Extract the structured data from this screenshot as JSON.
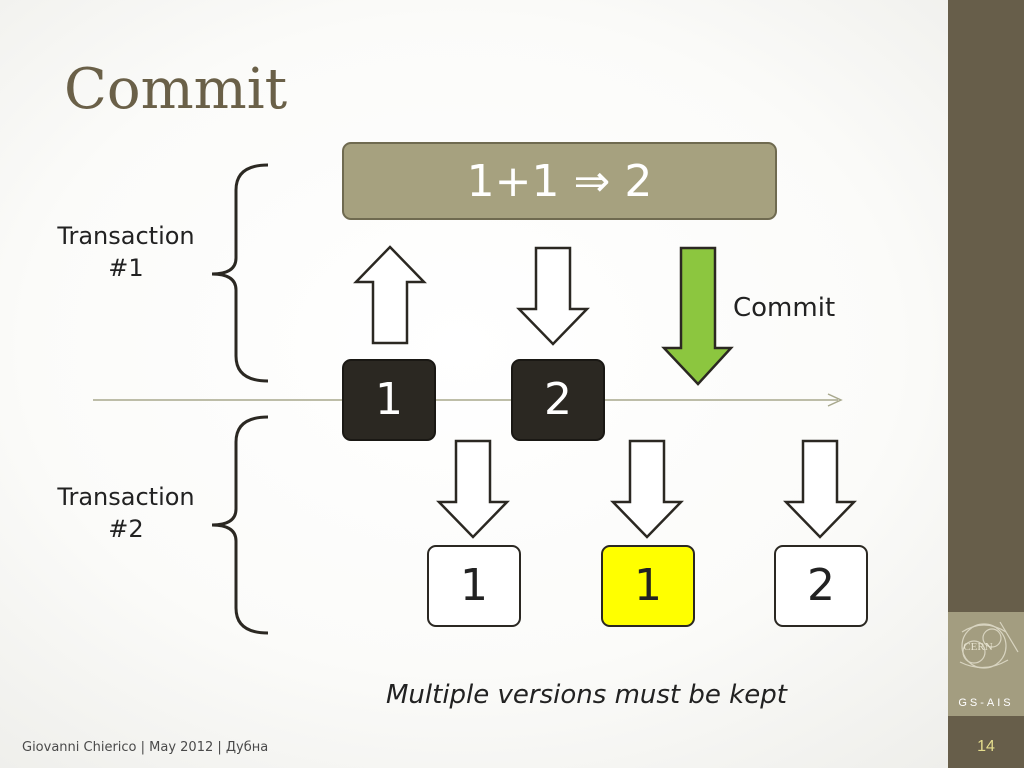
{
  "slide": {
    "title": "Commit",
    "transactions": [
      {
        "line1": "Transaction",
        "line2": "#1"
      },
      {
        "line1": "Transaction",
        "line2": "#2"
      }
    ],
    "formula": "1+1 ⇒ 2",
    "commit_label": "Commit",
    "timeline_boxes": [
      "1",
      "2"
    ],
    "version_boxes": [
      "1",
      "1",
      "2"
    ],
    "note": "Multiple versions must be kept",
    "footer": "Giovanni Chierico | May 2012 | Дубна",
    "page_number": "14"
  },
  "branding": {
    "logo_text": "CERN",
    "group": "GS-AIS"
  },
  "colors": {
    "title": "#6a6048",
    "formula_box": "#a6a17f",
    "commit_arrow": "#8cc63f",
    "highlight_box": "#ffff00",
    "dark_box": "#2b2822",
    "side_bar": "#675e4a"
  }
}
